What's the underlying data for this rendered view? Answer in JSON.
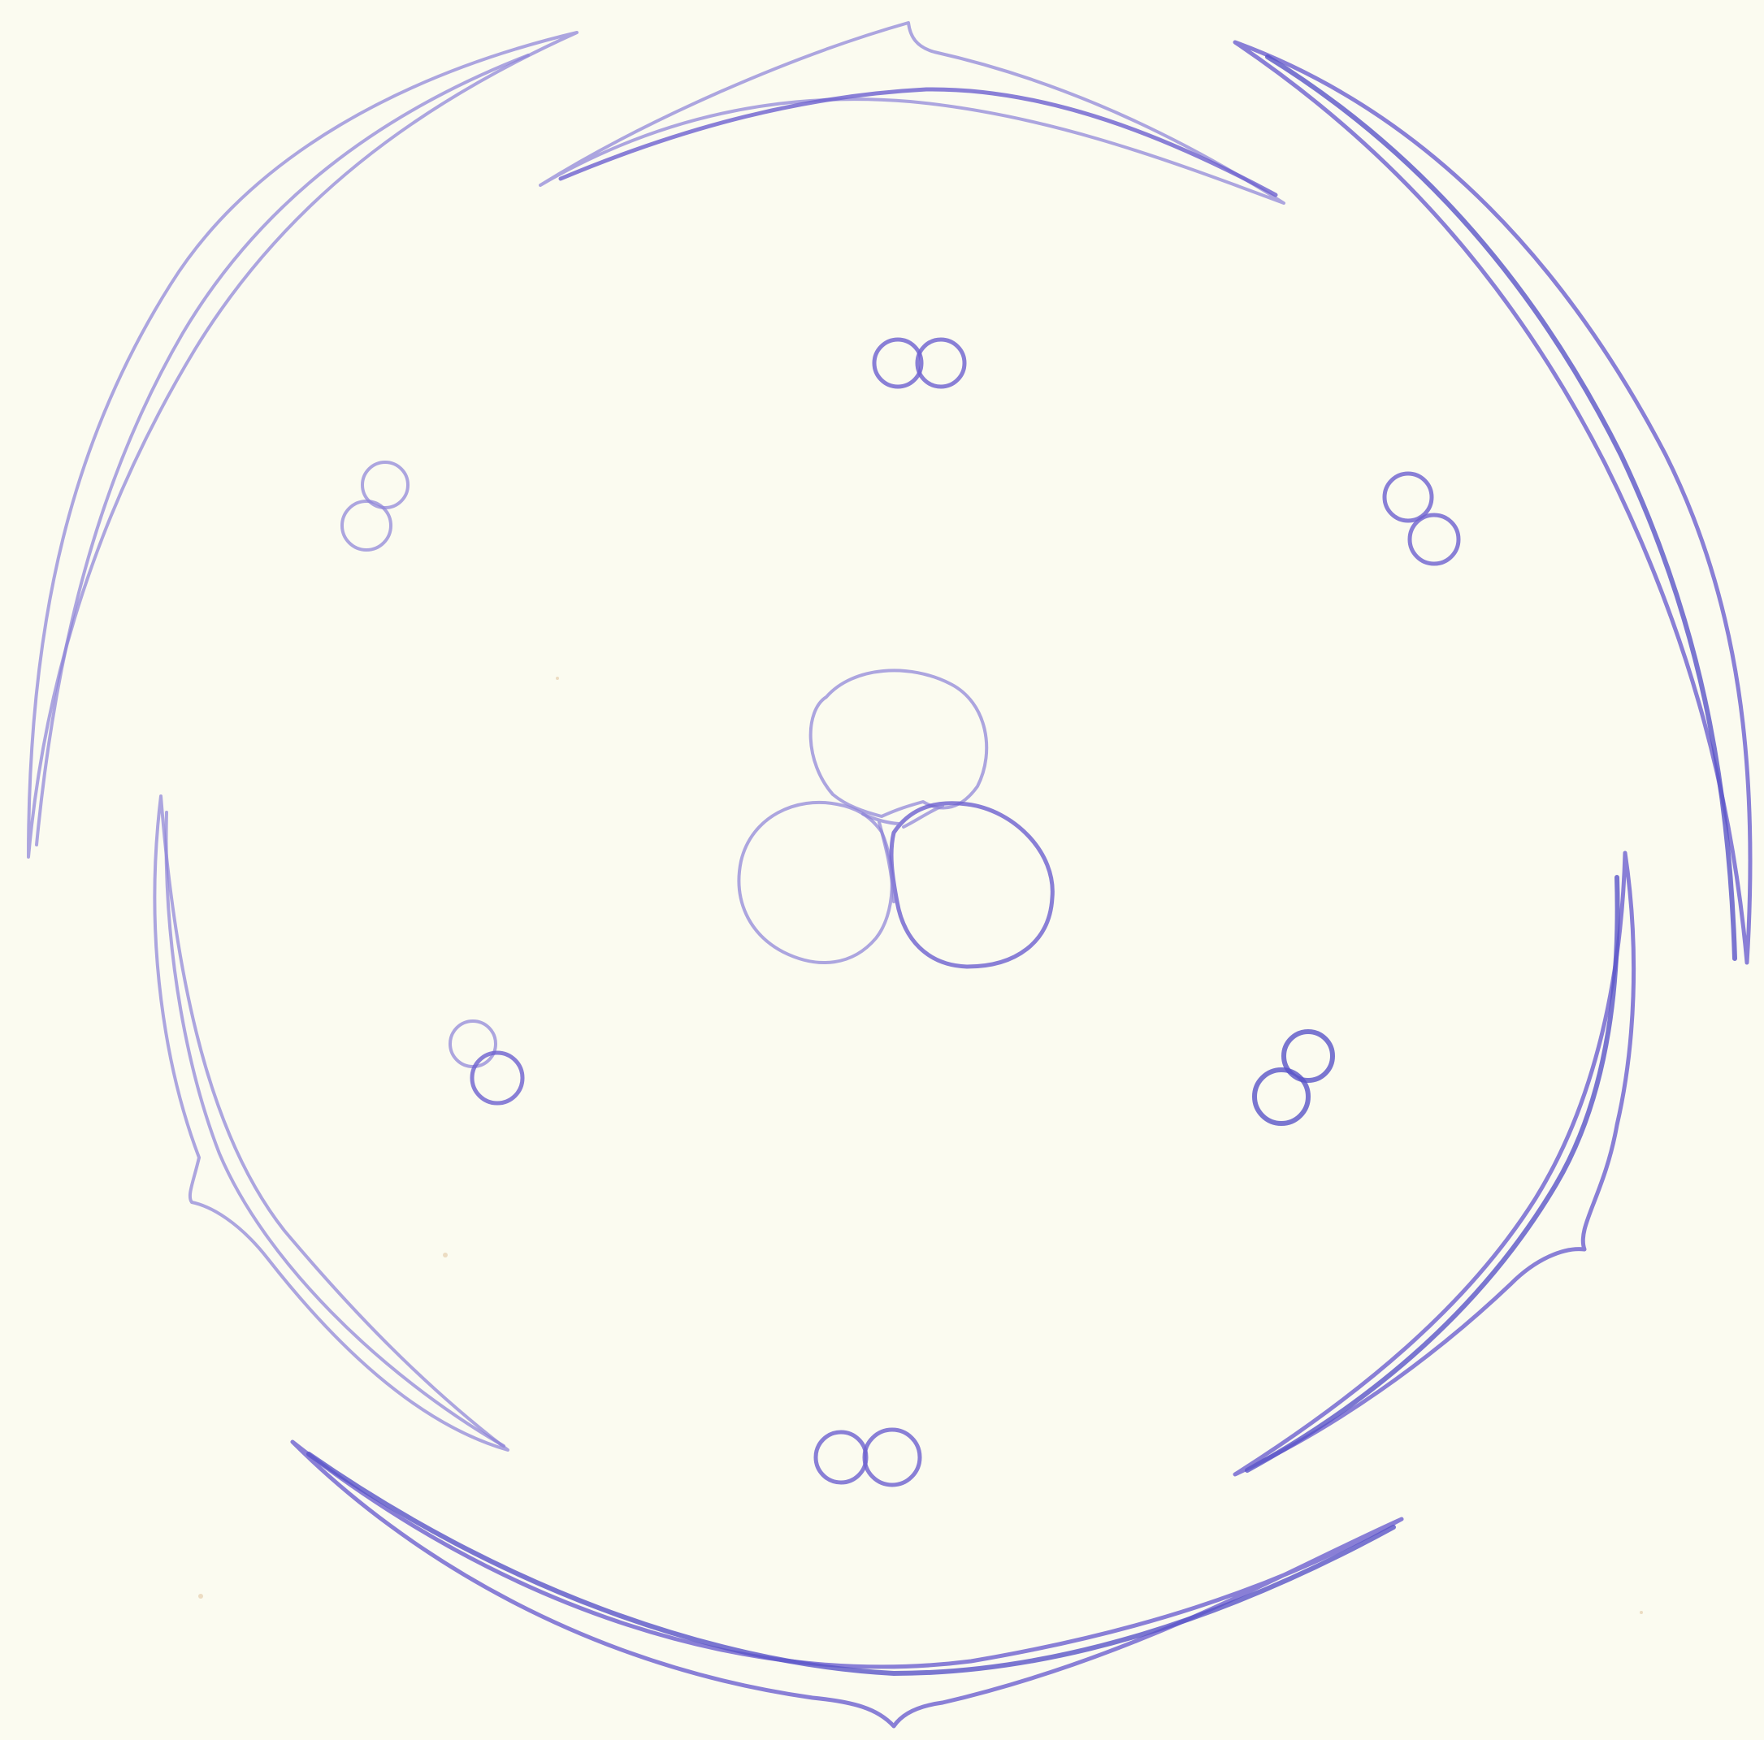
{
  "figure": {
    "background_color": "#fbfbf0",
    "line_color": "#6f63cf",
    "line_color_light": "#8d84d8",
    "line_color_dark": "#5a55c8",
    "elements": [
      "outer-perianth-segment",
      "inner-perianth-segment",
      "paired-stamen-circle",
      "central-trilobed-pistil"
    ]
  }
}
